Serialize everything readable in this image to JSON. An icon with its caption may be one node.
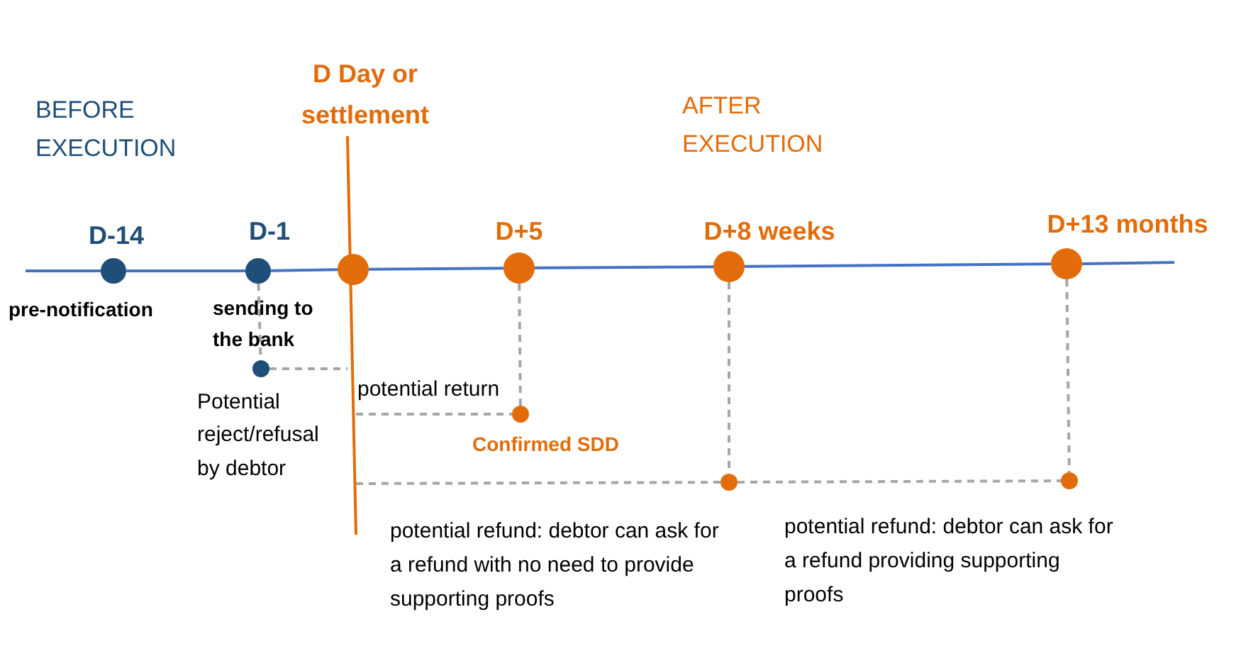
{
  "diagram": {
    "nodes": [
      {
        "text": [
          "D-14"
        ],
        "beside": [
          "pre-notification"
        ]
      },
      {
        "text": [
          "D-1"
        ],
        "beside": [
          "sending to the bank"
        ]
      },
      {
        "text": [],
        "shape": "circle"
      },
      {
        "text": [
          "D+5"
        ]
      },
      {
        "text": [
          "D+8 weeks"
        ]
      },
      {
        "text": [
          "D+13 months"
        ]
      },
      {
        "text": [],
        "shape": "circle",
        "beside": [
          "Potential reject/refusal by debtor"
        ]
      },
      {
        "text": [],
        "shape": "circle",
        "beside": [
          "Confirmed SDD"
        ]
      },
      {
        "text": [],
        "shape": "circle"
      },
      {
        "text": [],
        "shape": "circle"
      }
    ],
    "edges": [
      {
        "from": 0,
        "to": 1,
        "arrow": "none",
        "color": "#4472c4"
      },
      {
        "from": 1,
        "to": 2,
        "arrow": "none",
        "color": "#4472c4"
      },
      {
        "from": 2,
        "to": 3,
        "arrow": "none",
        "color": "#4472c4"
      },
      {
        "from": 3,
        "to": 4,
        "arrow": "none",
        "color": "#4472c4"
      },
      {
        "from": 4,
        "to": 5,
        "arrow": "none",
        "color": "#4472c4"
      },
      {
        "from": 1,
        "to": 6,
        "arrow": "none",
        "style": "dashed"
      },
      {
        "from": 6,
        "to": null,
        "arrow": "none",
        "style": "dashed"
      },
      {
        "from": 3,
        "to": 7,
        "arrow": "none",
        "style": "dashed"
      },
      {
        "from": null,
        "to": 7,
        "arrow": "none",
        "style": "dashed",
        "label": "potential return"
      },
      {
        "from": 4,
        "to": 8,
        "arrow": "none",
        "style": "dashed"
      },
      {
        "from": 5,
        "to": 9,
        "arrow": "none",
        "style": "dashed"
      },
      {
        "from": null,
        "to": 8,
        "arrow": "none",
        "style": "dashed"
      },
      {
        "from": 8,
        "to": 9,
        "arrow": "none",
        "style": "dashed"
      }
    ],
    "labels": [
      "BEFORE EXECUTION",
      "D Day or settlement",
      "AFTER EXECUTION",
      "potential refund: debtor can ask for a refund with no need to provide supporting proofs",
      "potential refund: debtor can ask for a refund providing supporting proofs"
    ]
  }
}
